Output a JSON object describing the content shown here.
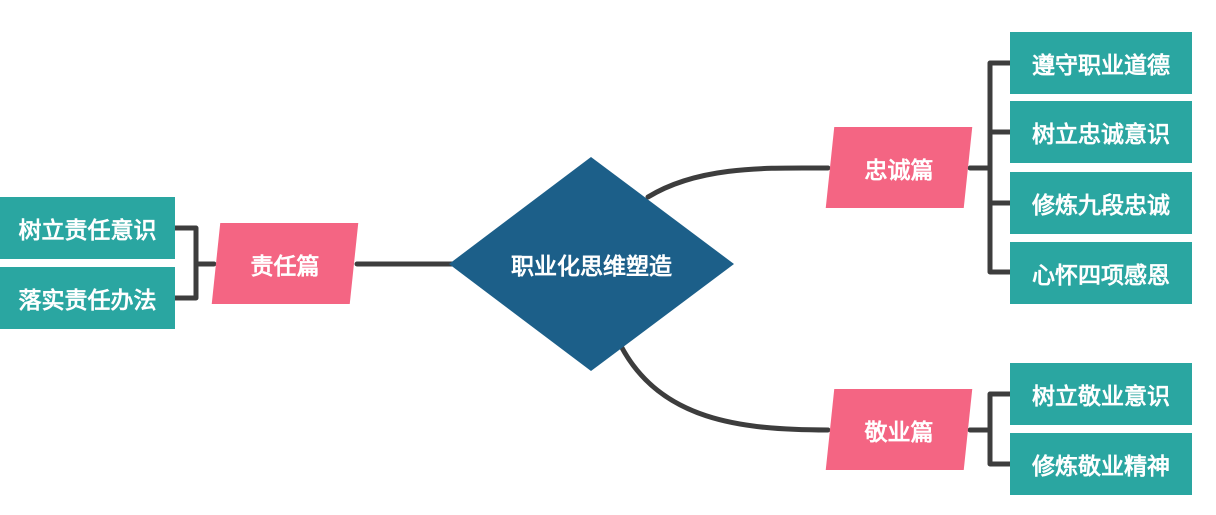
{
  "colors": {
    "center": "#1c5f89",
    "branch": "#f46583",
    "leaf": "#2aa6a1",
    "connector": "#3d3d3d"
  },
  "center": {
    "label": "职业化思维塑造"
  },
  "branches": {
    "responsibility": {
      "label": "责任篇",
      "children": [
        "树立责任意识",
        "落实责任办法"
      ]
    },
    "loyalty": {
      "label": "忠诚篇",
      "children": [
        "遵守职业道德",
        "树立忠诚意识",
        "修炼九段忠诚",
        "心怀四项感恩"
      ]
    },
    "dedication": {
      "label": "敬业篇",
      "children": [
        "树立敬业意识",
        "修炼敬业精神"
      ]
    }
  }
}
